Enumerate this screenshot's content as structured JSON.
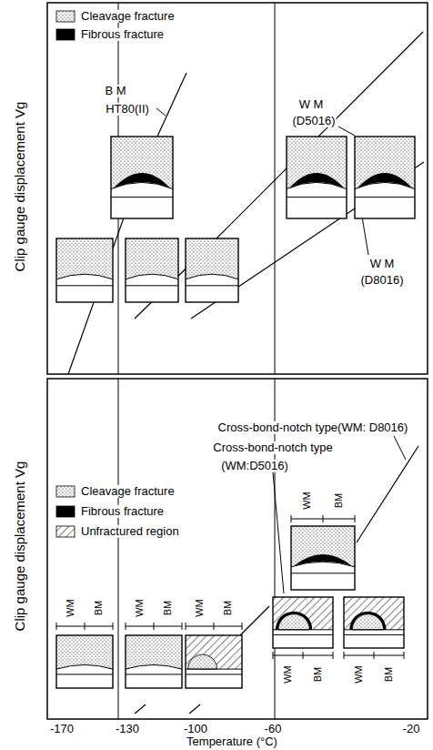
{
  "diagram": {
    "labels": [
      "Clip gauge displacement Vg",
      "B M",
      "HT80(II)",
      "W M",
      "(D5016)",
      "W M",
      "(D8016)",
      "Clip gauge displacement Vg",
      "Cross-bond-notch type(WM: D8016)",
      "Cross-bond-notch type",
      "(WM:D5016)",
      "WM",
      "BM",
      "WM",
      "BM",
      "WM",
      "BM",
      "WM",
      "BM",
      "WM",
      "BM",
      "WM",
      "BM",
      "-170",
      "-130",
      "-100",
      "-60",
      "-20",
      "Temperature (°C)"
    ],
    "legend": [
      {
        "text": "Cleavage fracture"
      },
      {
        "text": "Fibrous fracture",
        "color": "#000000"
      },
      {
        "text": "Cleavage fracture"
      },
      {
        "text": "Fibrous fracture",
        "color": "#000000"
      },
      {
        "text": "Unfractured region"
      }
    ]
  }
}
